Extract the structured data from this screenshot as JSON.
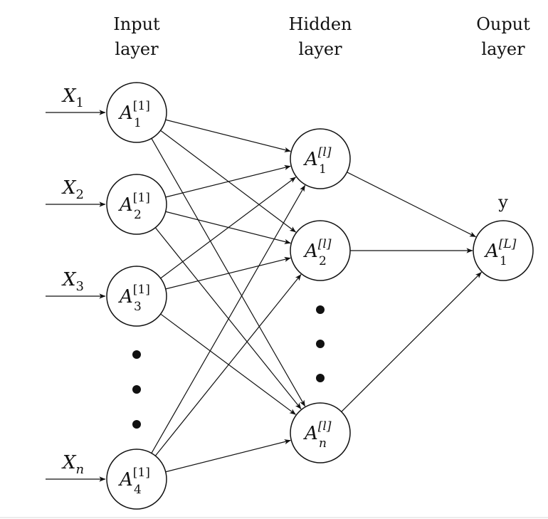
{
  "headers": {
    "input": [
      "Input",
      "layer"
    ],
    "hidden": [
      "Hidden",
      "layer"
    ],
    "output": [
      "Ouput",
      "layer"
    ]
  },
  "input_signals": [
    {
      "base": "X",
      "sub": "1"
    },
    {
      "base": "X",
      "sub": "2"
    },
    {
      "base": "X",
      "sub": "3"
    },
    {
      "base": "X",
      "sub": "n"
    }
  ],
  "input_nodes": [
    {
      "base": "A",
      "sup": "[1]",
      "sub": "1"
    },
    {
      "base": "A",
      "sup": "[1]",
      "sub": "2"
    },
    {
      "base": "A",
      "sup": "[1]",
      "sub": "3"
    },
    {
      "base": "A",
      "sup": "[1]",
      "sub": "4"
    }
  ],
  "hidden_nodes": [
    {
      "base": "A",
      "sup": "[l]",
      "sub": "1"
    },
    {
      "base": "A",
      "sup": "[l]",
      "sub": "2"
    },
    {
      "base": "A",
      "sup": "[l]",
      "sub": "n"
    }
  ],
  "output_node": {
    "base": "A",
    "sup": "[L]",
    "sub": "1"
  },
  "output_label": "y"
}
